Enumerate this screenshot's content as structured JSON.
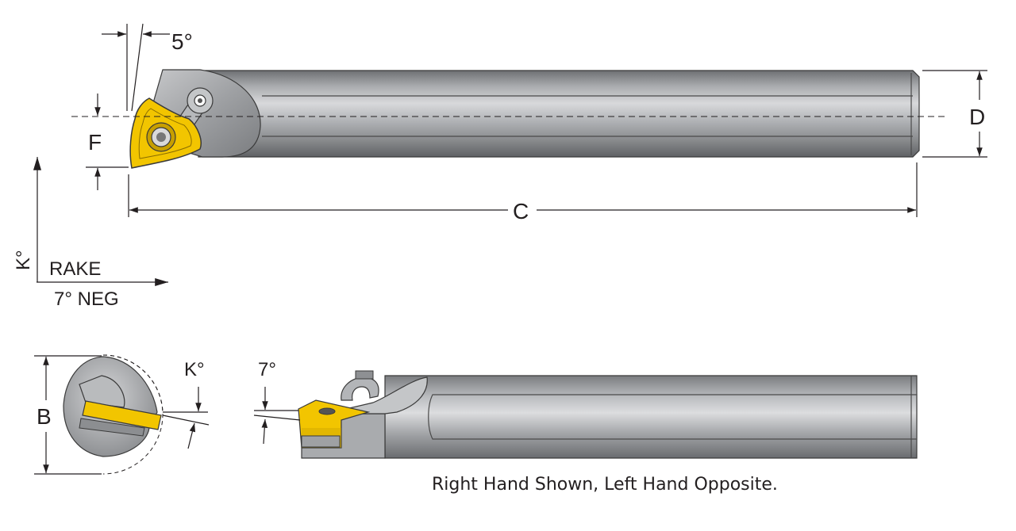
{
  "labels": {
    "relief_angle": "5°",
    "dim_d": "D",
    "dim_f": "F",
    "dim_c": "C",
    "dim_b": "B",
    "lead_angle_axis": "K°",
    "rake": "RAKE",
    "rake_angle": "7° NEG",
    "lead_angle_end": "K°",
    "clearance_angle": "7°"
  },
  "caption": "Right Hand Shown, Left Hand Opposite.",
  "colors": {
    "insert": "#f2c500",
    "body_dark": "#6e7073",
    "body_mid": "#a9abae",
    "body_light": "#d8d9db",
    "line": "#231f20"
  },
  "icons": {
    "clamp": "lever-clamp-icon",
    "insert": "trigon-insert-icon"
  }
}
